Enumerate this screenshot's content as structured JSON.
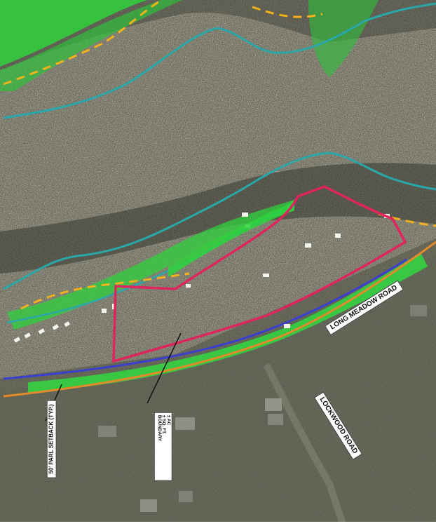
{
  "map": {
    "labels": {
      "long_meadow_road": "LONG MEADOW ROAD",
      "lockwood_road": "LOCKWOOD ROAD",
      "setback": "50' PARL SETBACK (TYP.)",
      "area_line1": "± AC",
      "area_line2": "± SQ. FT.",
      "area_line3": "BOUNDARY"
    },
    "colors": {
      "property_boundary": "#e0245e",
      "setback_dashed": "#f2b21c",
      "contour": "#2aa7a8",
      "wetland": "#2fd23c",
      "road_edge": "#e48a2a",
      "row_line": "#3a3fd0"
    }
  }
}
